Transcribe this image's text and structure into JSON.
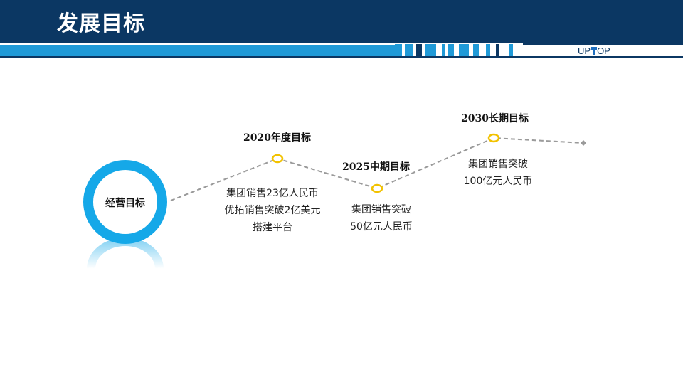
{
  "header": {
    "title": "发展目标",
    "logo_prefix": "UP",
    "logo_suffix": "OP",
    "logo_icon": "t-icon"
  },
  "center": {
    "label": "经营目标",
    "ring_color": "#15a8e8"
  },
  "milestones": [
    {
      "title": "2020年度目标",
      "lines": [
        "集团销售23亿人民币",
        "优拓销售突破2亿美元",
        "搭建平台"
      ]
    },
    {
      "title": "2025中期目标",
      "lines": [
        "集团销售突破",
        "50亿元人民币"
      ]
    },
    {
      "title": "2030长期目标",
      "lines": [
        "集团销售突破",
        "100亿元人民币"
      ]
    }
  ],
  "colors": {
    "header": "#0b3763",
    "accent": "#1f9ad8",
    "node": "#f2c200",
    "line": "#9a9a9a"
  }
}
